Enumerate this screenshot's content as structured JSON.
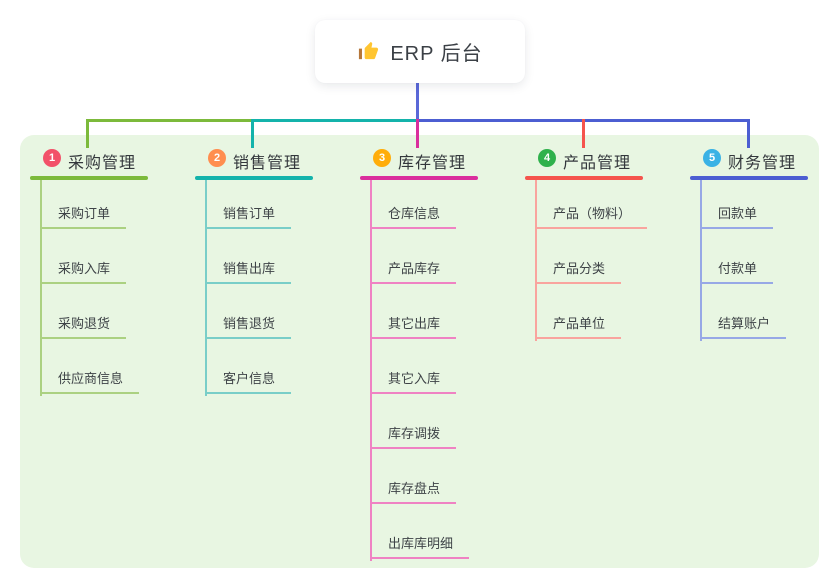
{
  "root": {
    "label": "ERP 后台",
    "icon": "thumbs-up-icon",
    "line_color": "#5a68d8"
  },
  "branches": [
    {
      "num": "1",
      "title": "采购管理",
      "badge_color": "#f25169",
      "color": "#7cba3b",
      "light_color": "#abd181",
      "children": [
        "采购订单",
        "采购入库",
        "采购退货",
        "供应商信息"
      ]
    },
    {
      "num": "2",
      "title": "销售管理",
      "badge_color": "#ff8e4f",
      "color": "#14b3ab",
      "light_color": "#79cec8",
      "children": [
        "销售订单",
        "销售出库",
        "销售退货",
        "客户信息"
      ]
    },
    {
      "num": "3",
      "title": "库存管理",
      "badge_color": "#ffad0a",
      "color": "#da2f9d",
      "light_color": "#ef82c3",
      "children": [
        "仓库信息",
        "产品库存",
        "其它出库",
        "其它入库",
        "库存调拨",
        "库存盘点",
        "出库库明细"
      ]
    },
    {
      "num": "4",
      "title": "产品管理",
      "badge_color": "#2fb14c",
      "color": "#f5544d",
      "light_color": "#f9a49e",
      "children": [
        "产品（物料）",
        "产品分类",
        "产品单位"
      ]
    },
    {
      "num": "5",
      "title": "财务管理",
      "badge_color": "#3ab2e5",
      "color": "#4c5ed2",
      "light_color": "#97a8e6",
      "children": [
        "回款单",
        "付款单",
        "结算账户"
      ]
    }
  ],
  "panel_color": "#e8f6e2"
}
